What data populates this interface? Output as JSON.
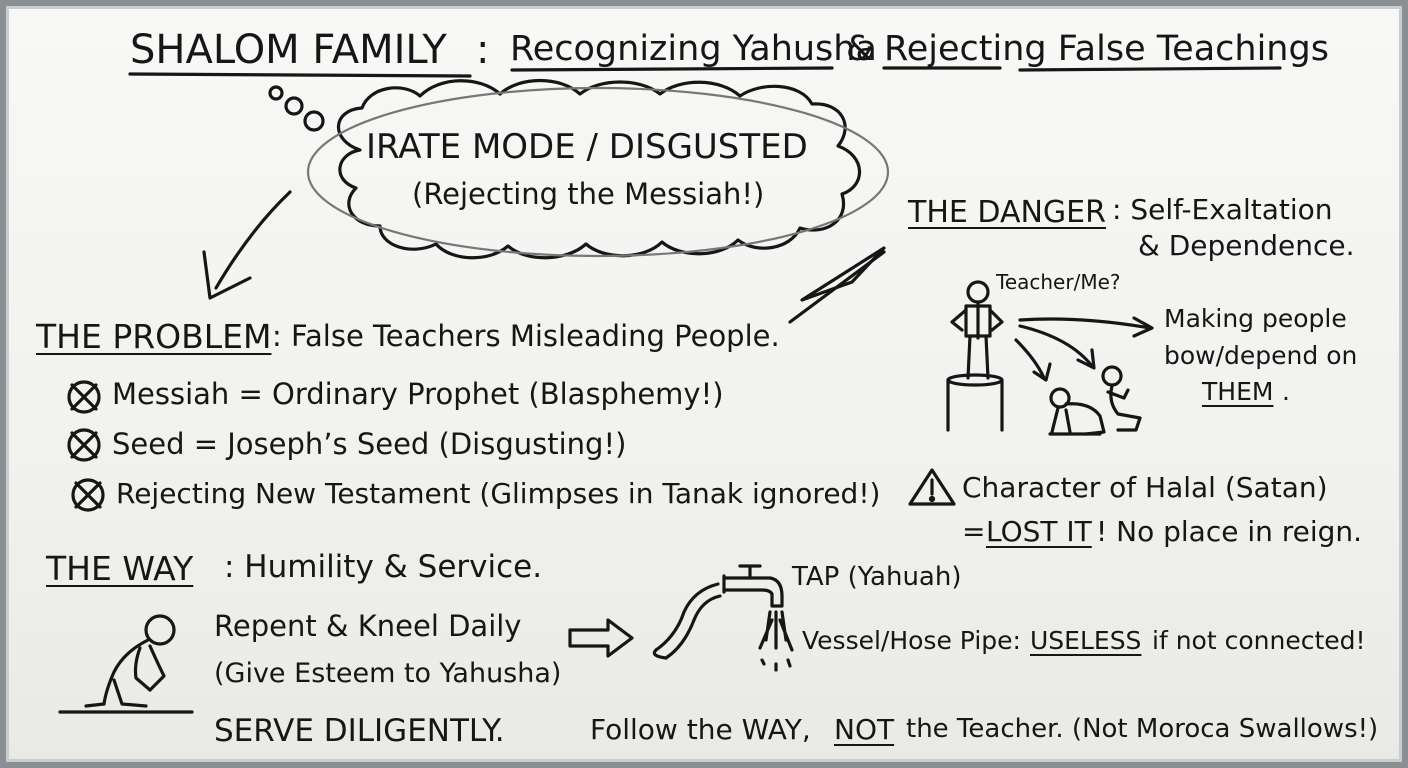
{
  "title": {
    "brand": "SHALOM FAMILY",
    "colon": ":",
    "part1": "Recognizing Yahusha",
    "amp": "&",
    "part2": "Rejecting False Teachings"
  },
  "thought_bubble": {
    "line1": "IRATE MODE / DISGUSTED",
    "line2": "(Rejecting the Messiah!)"
  },
  "problem": {
    "heading": "THE PROBLEM",
    "text": ": False Teachers Misleading People.",
    "items": [
      "Messiah = Ordinary Prophet (Blasphemy!)",
      "Seed = Joseph’s Seed (Disgusting!)",
      "Rejecting New Testament (Glimpses in Tanak ignored!)"
    ]
  },
  "danger": {
    "heading": "THE DANGER",
    "text_line1": ": Self-Exaltation",
    "text_line2": "& Dependence.",
    "figure_label": "Teacher/Me?",
    "note_line1": "Making people",
    "note_line2": "bow/depend on",
    "note_line3": "THEM",
    "note_line3_end": ".",
    "warning_line1": "Character of Halal (Satan)",
    "warning_line2_pre": "=",
    "warning_line2_em": "LOST IT",
    "warning_line2_post": "! No place in reign."
  },
  "way": {
    "heading": "THE WAY",
    "text": ": Humility & Service.",
    "repent_line1": "Repent & Kneel Daily",
    "repent_line2": "(Give Esteem to Yahusha)",
    "tap_label": "TAP (Yahuah)",
    "vessel_pre": "Vessel/Hose Pipe:",
    "vessel_em": "USELESS",
    "vessel_post": "if not connected!",
    "serve_line_pre": "SERVE DILIGENTLY.",
    "serve_line_mid": "Follow the WAY,",
    "serve_line_not": "NOT",
    "serve_line_post": "the Teacher. (Not Moroca Swallows!)"
  },
  "icons": [
    "cross-circle-icon",
    "warning-icon",
    "arrow-icon",
    "tap-icon",
    "kneeling-person-icon",
    "standing-figure-icon"
  ]
}
